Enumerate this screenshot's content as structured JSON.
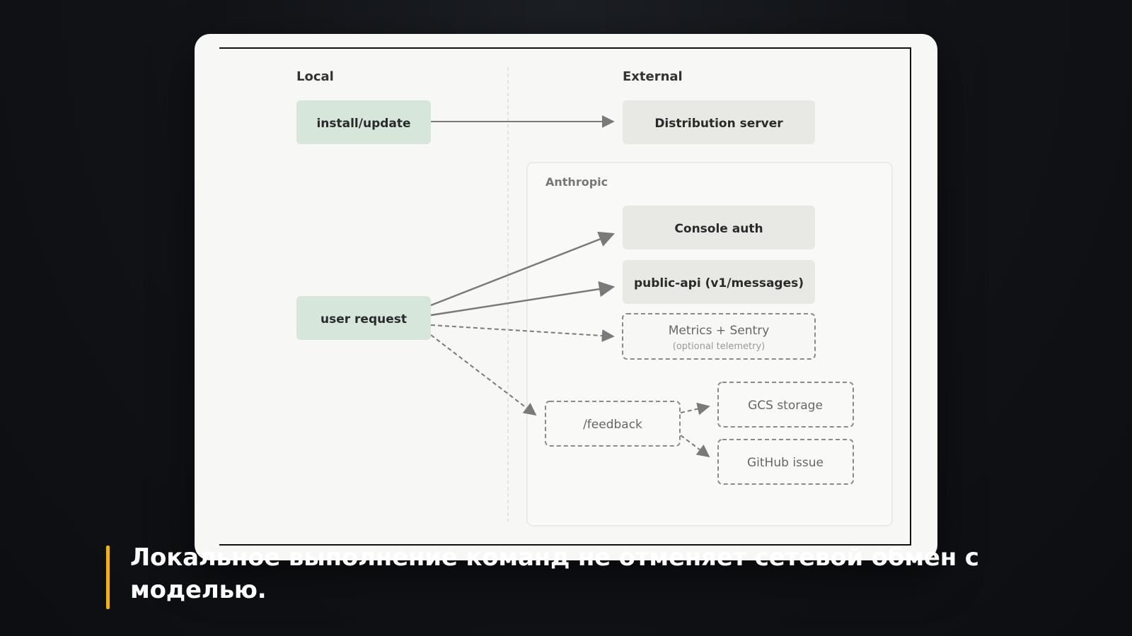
{
  "diagram": {
    "columns": {
      "local": "Local",
      "external": "External"
    },
    "group_label": "Anthropic",
    "nodes": {
      "install_update": "install/update",
      "user_request": "user request",
      "distribution_server": "Distribution server",
      "console_auth": "Console auth",
      "public_api": "public-api (v1/messages)",
      "metrics": "Metrics + Sentry",
      "metrics_sub": "(optional telemetry)",
      "feedback": "/feedback",
      "gcs": "GCS storage",
      "github": "GitHub issue"
    },
    "edges": [
      {
        "from": "install/update",
        "to": "Distribution server",
        "style": "solid"
      },
      {
        "from": "user request",
        "to": "Console auth",
        "style": "solid"
      },
      {
        "from": "user request",
        "to": "public-api (v1/messages)",
        "style": "solid"
      },
      {
        "from": "user request",
        "to": "Metrics + Sentry",
        "style": "dashed"
      },
      {
        "from": "user request",
        "to": "/feedback",
        "style": "dashed"
      },
      {
        "from": "/feedback",
        "to": "GCS storage",
        "style": "dashed"
      },
      {
        "from": "/feedback",
        "to": "GitHub issue",
        "style": "dashed"
      }
    ],
    "colors": {
      "local_fill": "#d6e6db",
      "external_fill": "#e8e8e5",
      "arrow": "#7a7a7a",
      "accent": "#f5b400"
    }
  },
  "caption": "Локальное выполнение команд не отменяет сетевой обмен с моделью."
}
